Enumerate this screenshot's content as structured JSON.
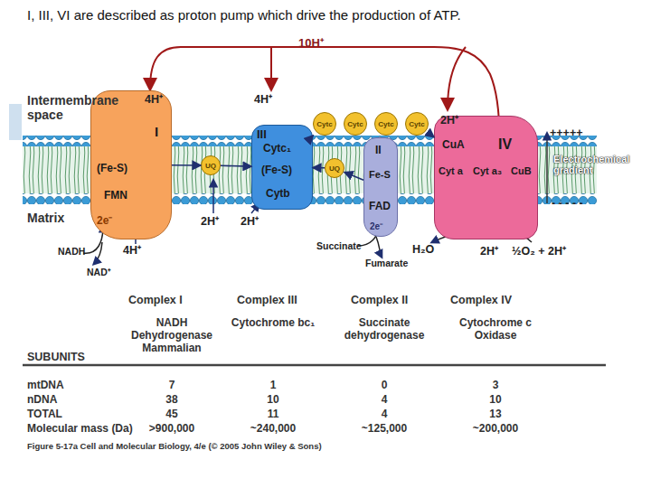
{
  "diagram": {
    "title": "I, III, VI are described as proton pump which drive the production of ATP.",
    "caption": "Figure 5-17a Cell and Molecular Biology, 4/e (© 2005 John Wiley & Sons)",
    "nodes": [
      {
        "text": [
          "I",
          "(Fe-S)",
          "FMN",
          "2e⁻"
        ]
      },
      {
        "text": [
          "UQ"
        ]
      },
      {
        "text": [
          "III",
          "Cytc₁",
          "(Fe-S)",
          "Cytb"
        ]
      },
      {
        "text": [
          "Cytc"
        ]
      },
      {
        "text": [
          "Cytc"
        ]
      },
      {
        "text": [
          "Cytc"
        ]
      },
      {
        "text": [
          "Cytc"
        ]
      },
      {
        "text": [
          "UQ"
        ]
      },
      {
        "text": [
          "II",
          "Fe-S",
          "FAD",
          "2e⁻"
        ]
      },
      {
        "text": [
          "CuA",
          "IV",
          "Cyt a",
          "Cyt a₃",
          "CuB"
        ]
      }
    ],
    "edges": [
      {
        "from": 0,
        "to": 1,
        "arrow": "to"
      },
      {
        "from": 1,
        "to": 2,
        "arrow": "to"
      },
      {
        "from": 8,
        "to": 7,
        "arrow": "to"
      },
      {
        "from": 7,
        "to": 2,
        "arrow": "to"
      },
      {
        "from": 2,
        "to": 3,
        "arrow": "to"
      },
      {
        "from": 6,
        "to": 9,
        "arrow": "to"
      }
    ],
    "labels": [
      "Intermembrane space",
      "Matrix",
      "10H⁺",
      "4H⁺",
      "4H⁺",
      "2H⁺",
      "2H⁺",
      "2H⁺",
      "4H⁺",
      "NADH",
      "NAD⁺",
      "Succinate",
      "Fumarate",
      "H₂O",
      "2H⁺",
      "½O₂ + 2H⁺",
      "+++++",
      "- - - - -",
      "Electrochemical gradient",
      "Complex I",
      "Complex III",
      "Complex II",
      "Complex IV",
      "NADH Dehydrogenase Mammalian",
      "Cytochrome bc₁",
      "Succinate dehydrogenase",
      "Cytochrome c Oxidase",
      "SUBUNITS",
      "mtDNA",
      "7",
      "1",
      "0",
      "3",
      "nDNA",
      "38",
      "10",
      "4",
      "10",
      "TOTAL",
      "45",
      "11",
      "4",
      "13",
      "Molecular mass (Da)",
      ">900,000",
      "~240,000",
      "~125,000",
      "~200,000"
    ]
  }
}
